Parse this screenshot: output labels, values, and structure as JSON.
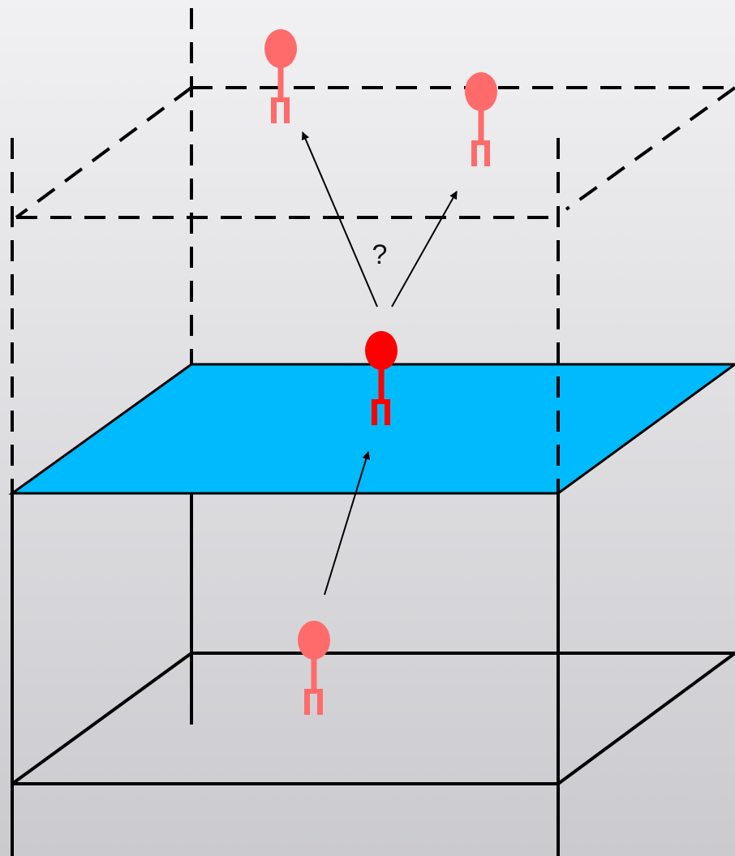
{
  "diagram": {
    "question_mark": "?",
    "colors": {
      "background_top": "#f1f1f3",
      "background_bottom": "#cbcace",
      "plane_fill": "#00bafe",
      "line": "#000000",
      "molecule_active": "#ff0000",
      "molecule_faded": "#ff6b6b"
    },
    "molecules": [
      {
        "name": "molecule-lower",
        "state": "faded"
      },
      {
        "name": "molecule-on-plane",
        "state": "active"
      },
      {
        "name": "molecule-upper-left",
        "state": "faded"
      },
      {
        "name": "molecule-upper-right",
        "state": "faded"
      }
    ]
  }
}
